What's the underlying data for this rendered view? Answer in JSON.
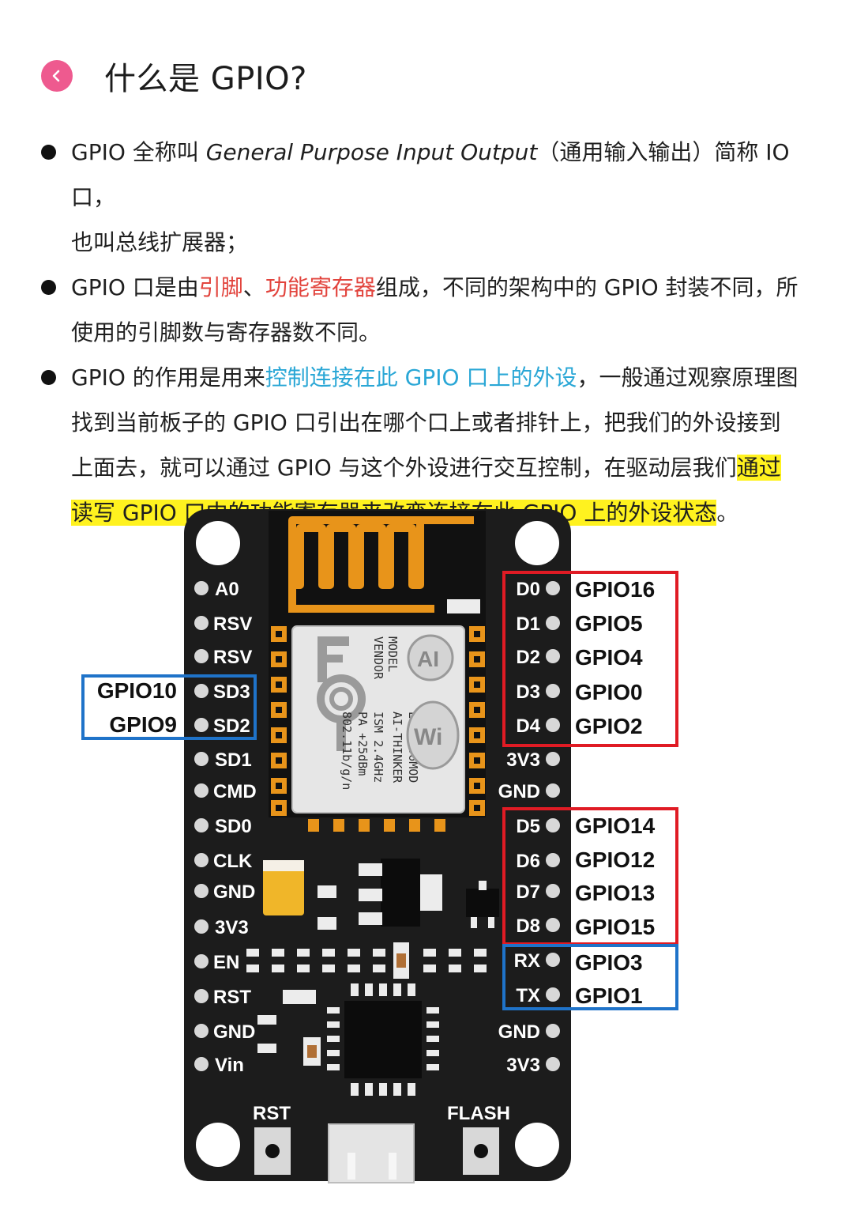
{
  "header": {
    "title": "什么是 GPIO?",
    "back_icon": "chevron-left-icon",
    "accent": "#ee5a8f"
  },
  "bullets": [
    {
      "a": "GPIO 全称叫 ",
      "b": "General Purpose Input Output",
      "c": "（通用输入输出）简称 IO 口，",
      "d": "也叫总线扩展器；"
    },
    {
      "a": "GPIO 口是由",
      "red1": "引脚",
      "sep": "、",
      "red2": "功能寄存器",
      "c": "组成，不同的架构中的 GPIO 封装不同，所",
      "d": "使用的引脚数与寄存器数不同。"
    },
    {
      "a": "GPIO 的作用是用来",
      "blue": "控制连接在此 GPIO 口上的外设",
      "c": "，一般通过观察原理图",
      "d": "找到当前板子的 GPIO 口引出在哪个口上或者排针上，把我们的外设接到",
      "e": "上面去，就可以通过 GPIO 与这个外设进行交互控制，在驱动层我们",
      "hl1": "通过",
      "hl2": "读写 GPIO 口中的功能寄存器来改变连接在此 GPIO 上的外设状态",
      "f": "。"
    }
  ],
  "board": {
    "left_pins": [
      "A0",
      "RSV",
      "RSV",
      "SD3",
      "SD2",
      "SD1",
      "CMD",
      "SD0",
      "CLK",
      "GND",
      "3V3",
      "EN",
      "RST",
      "GND",
      "Vin"
    ],
    "right_pins": [
      "D0",
      "D1",
      "D2",
      "D3",
      "D4",
      "3V3",
      "GND",
      "D5",
      "D6",
      "D7",
      "D8",
      "RX",
      "TX",
      "GND",
      "3V3"
    ],
    "left_gpio": [
      "GPIO10",
      "GPIO9"
    ],
    "right_gpio_group1": [
      "GPIO16",
      "GPIO5",
      "GPIO4",
      "GPIO0",
      "GPIO2"
    ],
    "right_gpio_group2": [
      "GPIO14",
      "GPIO12",
      "GPIO13",
      "GPIO15"
    ],
    "right_gpio_group3": [
      "GPIO3",
      "GPIO1"
    ],
    "buttons": {
      "rst": "RST",
      "flash": "FLASH"
    },
    "module": {
      "l1": "MODEL",
      "l2": "VENDOR",
      "l3": "ESP8266MOD",
      "l4": "AI-THINKER",
      "l5": "ISM 2.4GHz",
      "l6": "PA +25dBm",
      "l7": "802.11b/g/n",
      "logo_ai": "AI",
      "logo_wifi": "Wi"
    },
    "colors": {
      "pcb": "#1c1c1c",
      "antenna": "#e8941a",
      "red_box": "#e01b24",
      "blue_box": "#1f73c9",
      "module": "#e8e8e8"
    }
  }
}
